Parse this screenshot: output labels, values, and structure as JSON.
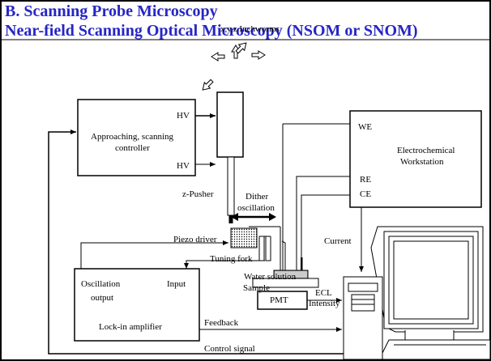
{
  "slide": {
    "title_line1": "B. Scanning Probe Microscopy",
    "title_line2": "Near-field Scanning Optical Microscopy (NSOM or SNOM)"
  },
  "diagram": {
    "inchworms": "x,y,z Inchworms",
    "controller": {
      "line1": "Approaching, scanning",
      "line2": "controller",
      "hv_top": "HV",
      "hv_bottom": "HV"
    },
    "z_pusher": "z-Pusher",
    "dither_line1": "Dither",
    "dither_line2": "oscillation",
    "piezo_driver": "Piezo driver",
    "tuning_fork": "Tuning fork",
    "water_solution": "Water solution",
    "sample": "Sample",
    "pmt": "PMT",
    "ecl": "ECL",
    "intensity": "Intensity",
    "current": "Current",
    "feedback": "Feedback",
    "control_signal": "Control signal",
    "workstation": {
      "line1": "Electrochemical",
      "line2": "Workstation",
      "we": "WE",
      "re": "RE",
      "ce": "CE"
    },
    "lockin": {
      "oscillation": "Oscillation",
      "output": "output",
      "input": "Input",
      "title": "Lock-in amplifier"
    }
  },
  "colors": {
    "title": "#2626c4",
    "stroke": "#000000"
  }
}
